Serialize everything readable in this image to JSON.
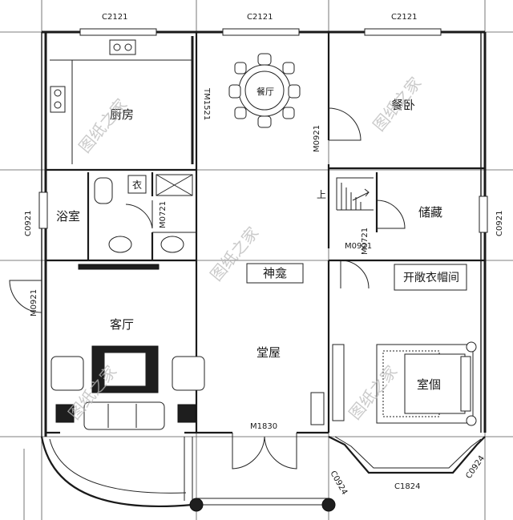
{
  "rooms": {
    "kitchen": "厨房",
    "dining": "餐厅",
    "dining_table": "餐厅",
    "bedroom_ne": "餐卧",
    "bath": "浴室",
    "closet_small": "衣",
    "stair_up": "上",
    "storage": "储藏",
    "living": "客厅",
    "shrine": "神龛",
    "hall": "堂屋",
    "wardrobe": "开敞衣帽间",
    "bedroom_se": "室個"
  },
  "openings": {
    "top_left": "C2121",
    "top_mid": "C2121",
    "top_right": "C2121",
    "left_wall": "C0921",
    "right_wall": "C0921",
    "kitchen_door": "TM1521",
    "bedroom_door": "M0921",
    "bath_door": "M0721",
    "stair_door": "M0721",
    "storage_door": "M0921",
    "living_door": "M0921",
    "entry_door": "M1830",
    "bay_left": "C0924",
    "bay_bottom": "C1824",
    "bay_right": "C0924"
  },
  "watermarks": [
    "图纸之家",
    "图纸之家",
    "图纸之家",
    "图纸之家",
    "图纸之家"
  ]
}
